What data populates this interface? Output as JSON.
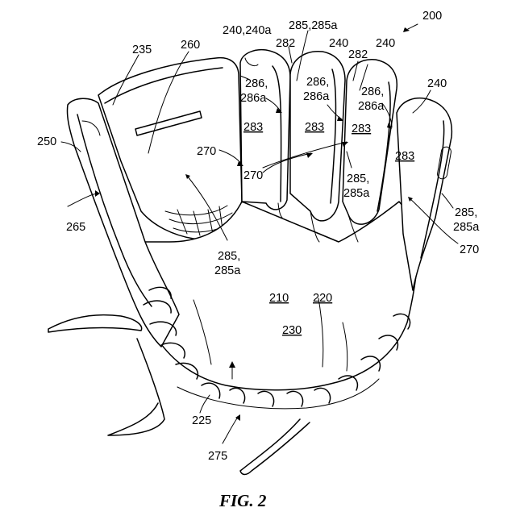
{
  "figure": {
    "caption": "FIG. 2",
    "labels": {
      "r200": "200",
      "r240_240a": "240,240a",
      "r285_285a_top": "285,285a",
      "r282_a": "282",
      "r240_a": "240",
      "r282_b": "282",
      "r240_b": "240",
      "r240_c": "240",
      "r235": "235",
      "r260": "260",
      "r286_a1": "286,",
      "r286_a2": "286a",
      "r286_b1": "286,",
      "r286_b2": "286a",
      "r286_c1": "286,",
      "r286_c2": "286a",
      "r283_a": "283",
      "r283_b": "283",
      "r283_c": "283",
      "r283_d": "283",
      "r250": "250",
      "r270_a": "270",
      "r270_b": "270",
      "r270_c": "270",
      "r285_mid1": "285,",
      "r285_mid2": "285a",
      "r285_right1": "285,",
      "r285_right2": "285a",
      "r265": "265",
      "r285_low1": "285,",
      "r285_low2": "285a",
      "r210": "210",
      "r220": "220",
      "r230": "230",
      "r225": "225",
      "r275": "275"
    }
  }
}
